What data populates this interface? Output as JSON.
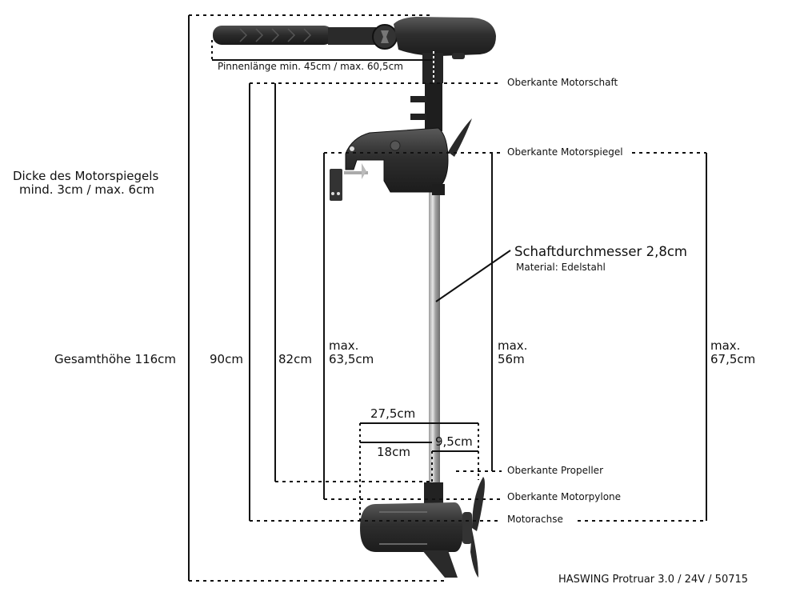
{
  "diagram": {
    "product": "HASWING Protruar 3.0 / 24V / 50715",
    "colors": {
      "line": "#111111",
      "motor_dark": "#2b2b2b",
      "motor_mid": "#4a4a4a",
      "shaft": "#b8b8b8",
      "background": "#ffffff"
    },
    "left_note": {
      "line1": "Dicke des Motorspiegels",
      "line2": "mind. 3cm / max. 6cm"
    },
    "tiller": {
      "label": "Pinnenlänge min. 45cm / max. 60,5cm"
    },
    "reference_lines": [
      {
        "id": "shaft-top",
        "label": "Oberkante Motorschaft"
      },
      {
        "id": "transom-top",
        "label": "Oberkante Motorspiegel"
      },
      {
        "id": "propeller-top",
        "label": "Oberkante Propeller"
      },
      {
        "id": "pylon-top",
        "label": "Oberkante Motorpylone"
      },
      {
        "id": "motor-axis",
        "label": "Motorachse"
      }
    ],
    "dimensions": {
      "total_height": "Gesamthöhe 116cm",
      "d90": "90cm",
      "d82": "82cm",
      "d635": {
        "line1": "max.",
        "line2": "63,5cm"
      },
      "d56": {
        "line1": "max.",
        "line2": "56m"
      },
      "d675": {
        "line1": "max.",
        "line2": "67,5cm"
      },
      "d275": "27,5cm",
      "d18": "18cm",
      "d95": "9,5cm"
    },
    "shaft_note": {
      "title": "Schaftdurchmesser 2,8cm",
      "material": "Material: Edelstahl"
    },
    "icons": {
      "motor": "electric-outboard-motor-illustration"
    }
  }
}
